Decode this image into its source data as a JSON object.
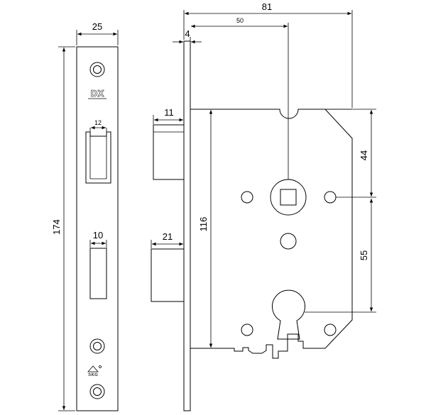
{
  "dimensions": {
    "faceplate_width": "25",
    "faceplate_length": "174",
    "latch_slot_width": "12",
    "deadbolt_slot_width": "10",
    "case_width": "81",
    "backset": "50",
    "faceplate_thickness": "4",
    "latch_projection": "11",
    "deadbolt_projection": "21",
    "case_height": "116",
    "spindle_to_top": "44",
    "spindle_to_cylinder": "55"
  },
  "logos": {
    "brand": "DX",
    "certification": "SKG"
  }
}
